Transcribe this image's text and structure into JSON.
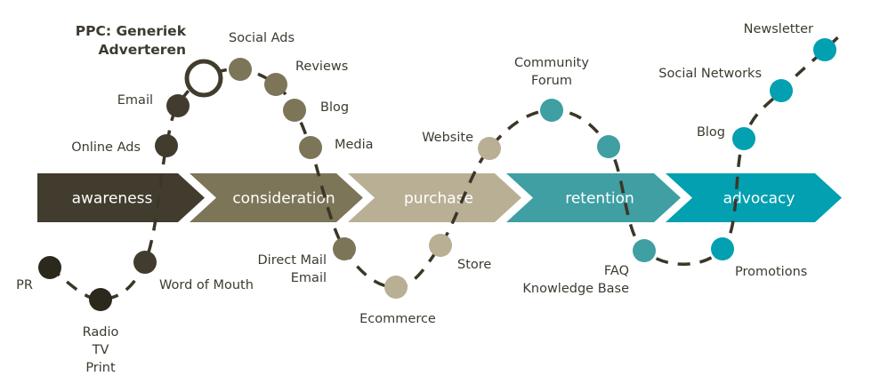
{
  "colors": {
    "path_stroke": "#3b3628",
    "awareness": "#423c2e",
    "awareness_dark": "#2b291c",
    "consideration": "#7c7558",
    "purchase": "#b9af94",
    "retention": "#3f9fa3",
    "advocacy": "#02a0b1"
  },
  "stages": [
    {
      "id": "awareness",
      "label": "awareness"
    },
    {
      "id": "consideration",
      "label": "consideration"
    },
    {
      "id": "purchase",
      "label": "purchase"
    },
    {
      "id": "retention",
      "label": "retention"
    },
    {
      "id": "advocacy",
      "label": "advocacy"
    }
  ],
  "touchpoints": [
    {
      "id": "pr",
      "stage": "awareness",
      "lines": [
        "PR"
      ],
      "tone": "dark"
    },
    {
      "id": "radio-tv-print",
      "stage": "awareness",
      "lines": [
        "Radio",
        "TV",
        "Print"
      ],
      "tone": "dark"
    },
    {
      "id": "word-of-mouth",
      "stage": "awareness",
      "lines": [
        "Word of Mouth"
      ]
    },
    {
      "id": "online-ads",
      "stage": "awareness",
      "lines": [
        "Online Ads"
      ]
    },
    {
      "id": "email-awareness",
      "stage": "awareness",
      "lines": [
        "Email"
      ]
    },
    {
      "id": "ppc",
      "stage": "awareness",
      "lines": [
        "PPC: Generiek",
        "Adverteren"
      ],
      "highlighted": true
    },
    {
      "id": "social-ads",
      "stage": "consideration",
      "lines": [
        "Social Ads"
      ]
    },
    {
      "id": "reviews",
      "stage": "consideration",
      "lines": [
        "Reviews"
      ]
    },
    {
      "id": "blog-consideration",
      "stage": "consideration",
      "lines": [
        "Blog"
      ]
    },
    {
      "id": "media",
      "stage": "consideration",
      "lines": [
        "Media"
      ]
    },
    {
      "id": "direct-mail-email",
      "stage": "consideration",
      "lines": [
        "Direct Mail",
        "Email"
      ]
    },
    {
      "id": "ecommerce",
      "stage": "purchase",
      "lines": [
        "Ecommerce"
      ]
    },
    {
      "id": "store",
      "stage": "purchase",
      "lines": [
        "Store"
      ]
    },
    {
      "id": "website",
      "stage": "purchase",
      "lines": [
        "Website"
      ]
    },
    {
      "id": "community-forum",
      "stage": "retention",
      "lines": [
        "Community",
        "Forum"
      ]
    },
    {
      "id": "retention-point",
      "stage": "retention",
      "lines": []
    },
    {
      "id": "faq-knowledge-base",
      "stage": "retention",
      "lines": [
        "FAQ",
        "Knowledge Base"
      ]
    },
    {
      "id": "promotions",
      "stage": "advocacy",
      "lines": [
        "Promotions"
      ]
    },
    {
      "id": "blog-advocacy",
      "stage": "advocacy",
      "lines": [
        "Blog"
      ]
    },
    {
      "id": "social-networks",
      "stage": "advocacy",
      "lines": [
        "Social Networks"
      ]
    },
    {
      "id": "newsletter",
      "stage": "advocacy",
      "lines": [
        "Newsletter"
      ]
    }
  ]
}
